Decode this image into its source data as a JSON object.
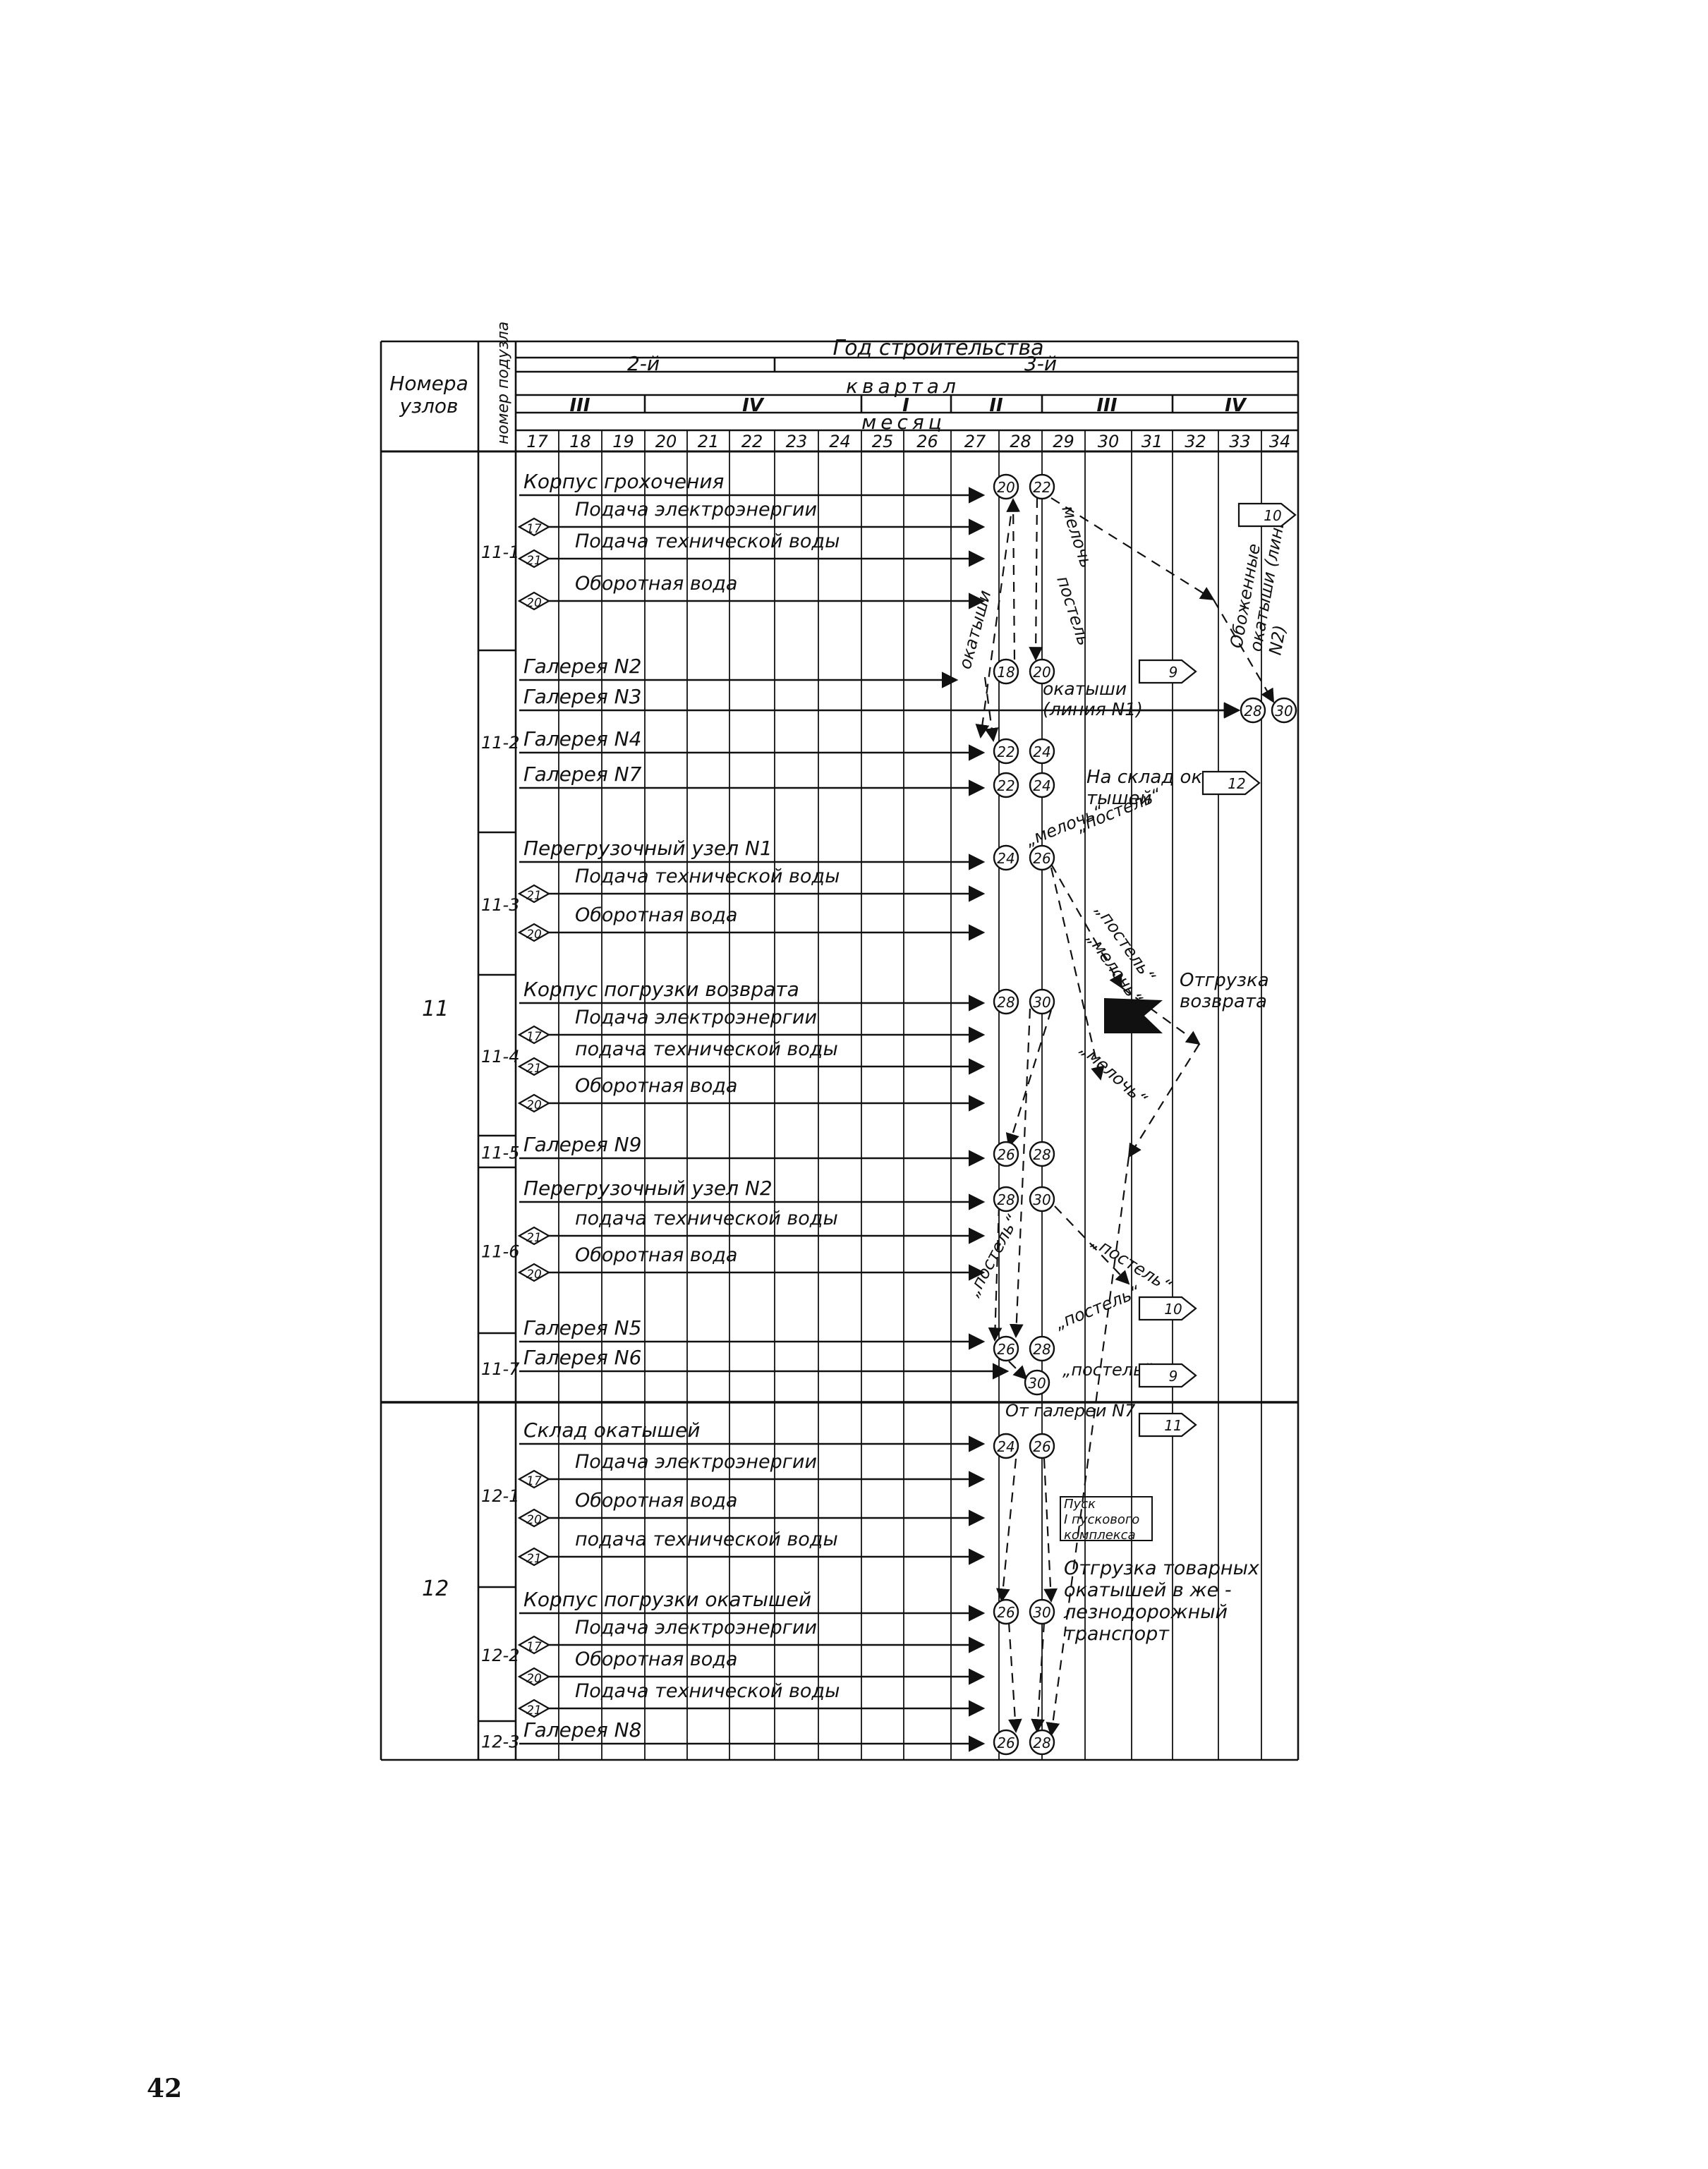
{
  "header": {
    "col_uzly": "Номера узлов",
    "col_poduzly": "номер подузла",
    "year_title": "Год строительства",
    "years": [
      "2-й",
      "3-й"
    ],
    "quarter_title": "квартал",
    "quarters": [
      "III",
      "IV",
      "I",
      "II",
      "III",
      "IV"
    ],
    "month_title": "месяц",
    "months": [
      "17",
      "18",
      "19",
      "20",
      "21",
      "22",
      "23",
      "24",
      "25",
      "26",
      "27",
      "28",
      "29",
      "30",
      "31",
      "32",
      "33",
      "34"
    ]
  },
  "nodes": [
    {
      "label": "11"
    },
    {
      "label": "12"
    }
  ],
  "subnodes": [
    {
      "label": "11-1"
    },
    {
      "label": "11-2"
    },
    {
      "label": "11-3"
    },
    {
      "label": "11-4"
    },
    {
      "label": "11-5"
    },
    {
      "label": "11-6"
    },
    {
      "label": "11-7"
    },
    {
      "label": "12-1"
    },
    {
      "label": "12-2"
    },
    {
      "label": "12-3"
    }
  ],
  "tasks": [
    {
      "label": "Корпус грохочения"
    },
    {
      "label": "Подача электроэнергии",
      "diamond": "17"
    },
    {
      "label": "Подача технической воды",
      "diamond": "21"
    },
    {
      "label": "Оборотная вода",
      "diamond": "20"
    },
    {
      "label": "Галерея N2"
    },
    {
      "label": "Галерея N3"
    },
    {
      "label": "Галерея N4"
    },
    {
      "label": "Галерея N7"
    },
    {
      "label": "Перегрузочный узел N1"
    },
    {
      "label": "Подача технической воды",
      "diamond": "21"
    },
    {
      "label": "Оборотная вода",
      "diamond": "20"
    },
    {
      "label": "Корпус погрузки возврата"
    },
    {
      "label": "Подача электроэнергии",
      "diamond": "17"
    },
    {
      "label": "подача технической воды",
      "diamond": "21"
    },
    {
      "label": "Оборотная вода",
      "diamond": "20"
    },
    {
      "label": "Галерея N9"
    },
    {
      "label": "Перегрузочный узел N2"
    },
    {
      "label": "подача технической воды",
      "diamond": "21"
    },
    {
      "label": "Оборотная вода",
      "diamond": "20"
    },
    {
      "label": "Галерея N5"
    },
    {
      "label": "Галерея N6"
    },
    {
      "label": "Склад окатышей"
    },
    {
      "label": "Подача электроэнергии",
      "diamond": "17"
    },
    {
      "label": "Оборотная вода",
      "diamond": "20"
    },
    {
      "label": "подача технической воды",
      "diamond": "21"
    },
    {
      "label": "Корпус погрузки окатышей"
    },
    {
      "label": "Подача электроэнергии",
      "diamond": "17"
    },
    {
      "label": "Оборотная вода",
      "diamond": "20"
    },
    {
      "label": "Подача технической воды",
      "diamond": "21"
    },
    {
      "label": "Галерея N8"
    }
  ],
  "events": [
    {
      "label": "20"
    },
    {
      "label": "22"
    },
    {
      "label": "18"
    },
    {
      "label": "20"
    },
    {
      "label": "28"
    },
    {
      "label": "30"
    },
    {
      "label": "22"
    },
    {
      "label": "24"
    },
    {
      "label": "22"
    },
    {
      "label": "24"
    },
    {
      "label": "24"
    },
    {
      "label": "26"
    },
    {
      "label": "28"
    },
    {
      "label": "30"
    },
    {
      "label": "26"
    },
    {
      "label": "28"
    },
    {
      "label": "28"
    },
    {
      "label": "30"
    },
    {
      "label": "26"
    },
    {
      "label": "28"
    },
    {
      "label": "30"
    },
    {
      "label": "24"
    },
    {
      "label": "26"
    },
    {
      "label": "26"
    },
    {
      "label": "30"
    },
    {
      "label": "26"
    },
    {
      "label": "28"
    }
  ],
  "flow_labels": [
    {
      "text": "мелочь"
    },
    {
      "text": "постель"
    },
    {
      "text": "окатыши"
    },
    {
      "text": "„мелочь“"
    },
    {
      "text": "„постель“"
    },
    {
      "text": "„постель“"
    },
    {
      "text": "„мелочь“"
    },
    {
      "text": "„мелочь“"
    },
    {
      "text": "„постель“"
    },
    {
      "text": "„постель“"
    },
    {
      "text": "„постель“"
    },
    {
      "text": "„постель“"
    }
  ],
  "side_notes": [
    {
      "lines": [
        "Обоженные",
        "окатыши (линия",
        "N2)"
      ]
    },
    {
      "lines": [
        "окатыши",
        "(линия N1)"
      ]
    },
    {
      "lines": [
        "На склад ока-",
        "тышей"
      ]
    },
    {
      "lines": [
        "Отгрузка",
        "возврата"
      ]
    },
    {
      "lines": [
        "От галереи N7"
      ]
    },
    {
      "lines": [
        "Пуск",
        "I пускового",
        "комплекса"
      ]
    },
    {
      "lines": [
        "Отгрузка товарных",
        "окатышей в же -",
        "лезнодорожный",
        "транспорт"
      ]
    }
  ],
  "external_refs": [
    {
      "label": "10"
    },
    {
      "label": "9"
    },
    {
      "label": "12"
    },
    {
      "label": "10"
    },
    {
      "label": "9"
    },
    {
      "label": "11"
    }
  ],
  "page_number": "42"
}
